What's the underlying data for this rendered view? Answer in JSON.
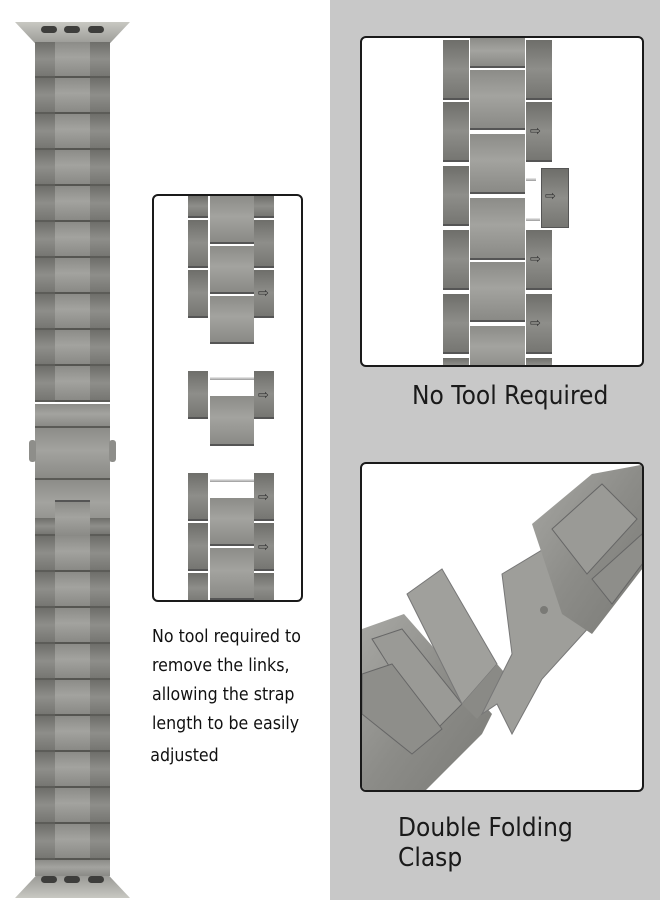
{
  "left_panel": {
    "description_lines": [
      "No tool required to",
      "remove the links,",
      "allowing the strap",
      "length to be easily",
      "adjusted"
    ]
  },
  "right_panel": {
    "top_caption": "No Tool Required",
    "bottom_caption": "Double Folding Clasp"
  },
  "icons": {
    "arrow": "⇨"
  },
  "colors": {
    "left_background": "#ffffff",
    "right_background": "#c8c8c8",
    "metal": "#9a9a96",
    "panel_border": "#1a1a1a",
    "text": "#1a1a1a"
  }
}
